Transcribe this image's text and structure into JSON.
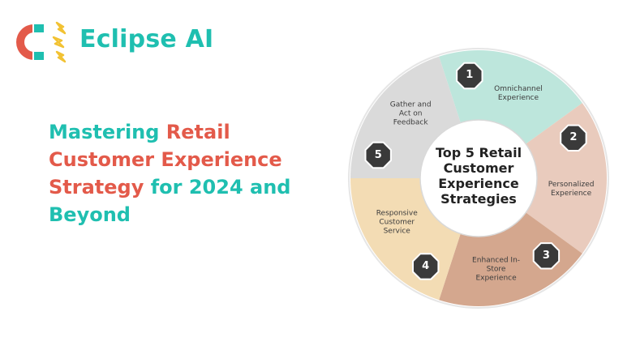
{
  "brand": {
    "name": "Eclipse AI"
  },
  "headline": {
    "part1": "Mastering ",
    "part2": "Retail",
    "part3": "Customer Experience",
    "part4": "Strategy",
    "part5": " for 2024 and",
    "part6": "Beyond"
  },
  "diagram": {
    "title_lines": [
      "Top 5 Retail",
      "Customer",
      "Experience",
      "Strategies"
    ],
    "segments": [
      {
        "number": "1",
        "label_lines": [
          "Omnichannel",
          "Experience"
        ],
        "color": "#bde6dc"
      },
      {
        "number": "2",
        "label_lines": [
          "Personalized",
          "Experience"
        ],
        "color": "#e9cbbd"
      },
      {
        "number": "3",
        "label_lines": [
          "Enhanced In-",
          "Store",
          "Experience"
        ],
        "color": "#d4a78e"
      },
      {
        "number": "4",
        "label_lines": [
          "Responsive",
          "Customer",
          "Service"
        ],
        "color": "#f3dcb4"
      },
      {
        "number": "5",
        "label_lines": [
          "Gather and",
          "Act on",
          "Feedback"
        ],
        "color": "#dadada"
      }
    ]
  },
  "colors": {
    "teal": "#1fbfb0",
    "red": "#e35a4a",
    "badge": "#3a3a3a"
  }
}
